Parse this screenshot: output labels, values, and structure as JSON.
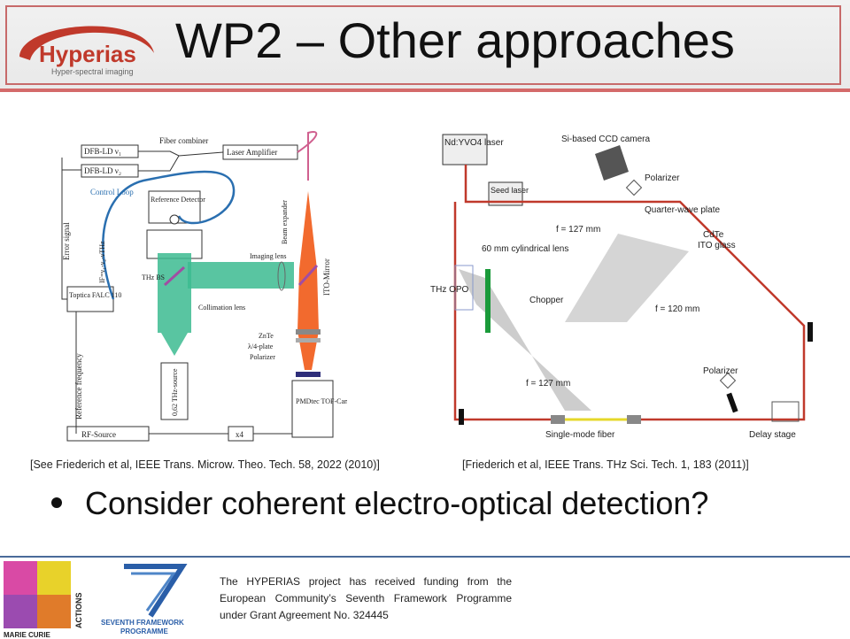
{
  "header": {
    "title": "WP2 – Other approaches",
    "logo_text": "Hyperias",
    "logo_tagline": "Hyper-spectral imaging"
  },
  "figure_left": {
    "labels": {
      "dfb1": "DFB-LD ν₁",
      "dfb2": "DFB-LD ν₂",
      "fiber_combiner": "Fiber combiner",
      "laser_amp": "Laser Amplifier",
      "control_loop": "Control Loop",
      "ref_detector": "Reference Detector",
      "error_signal": "Error signal",
      "if_label": "IF=ν₁-ν₂-νTHz",
      "toptica": "Toptica FALC 110",
      "thz_bs": "THz BS",
      "imaging_lens": "Imaging lens",
      "collimation_lens": "Collimation lens",
      "beam_expander": "Beam expander",
      "ito_mirror": "ITO-Mirror",
      "znte": "ZnTe",
      "lambda4": "λ/4-plate",
      "polarizer": "Polarizer",
      "thz_source": "0,62 THz-source",
      "ref_freq": "Reference frequency",
      "rf_source": "RF-Source",
      "x4": "x4",
      "pmd": "PMDtec TOF-Cam"
    }
  },
  "figure_right": {
    "labels": {
      "ndyvo4": "Nd:YVO4 laser",
      "ccd": "Si-based CCD camera",
      "polarizer_top": "Polarizer",
      "qwp": "Quarter-wave plate",
      "seed": "Seed laser",
      "f127_top": "f = 127 mm",
      "cdte": "CdTe",
      "ito": "ITO glass",
      "cyl_lens": "60 mm cylindrical lens",
      "thz_opo": "THz OPO",
      "chopper": "Chopper",
      "f120": "f = 120 mm",
      "polarizer_bottom": "Polarizer",
      "f127_bottom": "f = 127 mm",
      "smf": "Single-mode fiber",
      "delay": "Delay stage"
    }
  },
  "captions": {
    "left": "[See Friederich et al, IEEE Trans. Microw. Theo. Tech. 58, 2022 (2010)]",
    "right": "[Friederich et al, IEEE Trans. THz Sci. Tech. 1, 183 (2011)]"
  },
  "bullet": "Consider coherent electro-optical detection?",
  "footer": {
    "marie_curie": "MARIE CURIE",
    "actions": "ACTIONS",
    "fp7_line1": "SEVENTH FRAMEWORK",
    "fp7_line2": "PROGRAMME",
    "funding_text": "The HYPERIAS project has received funding from the European Community’s Seventh Framework Programme under Grant Agreement No. 324445"
  }
}
